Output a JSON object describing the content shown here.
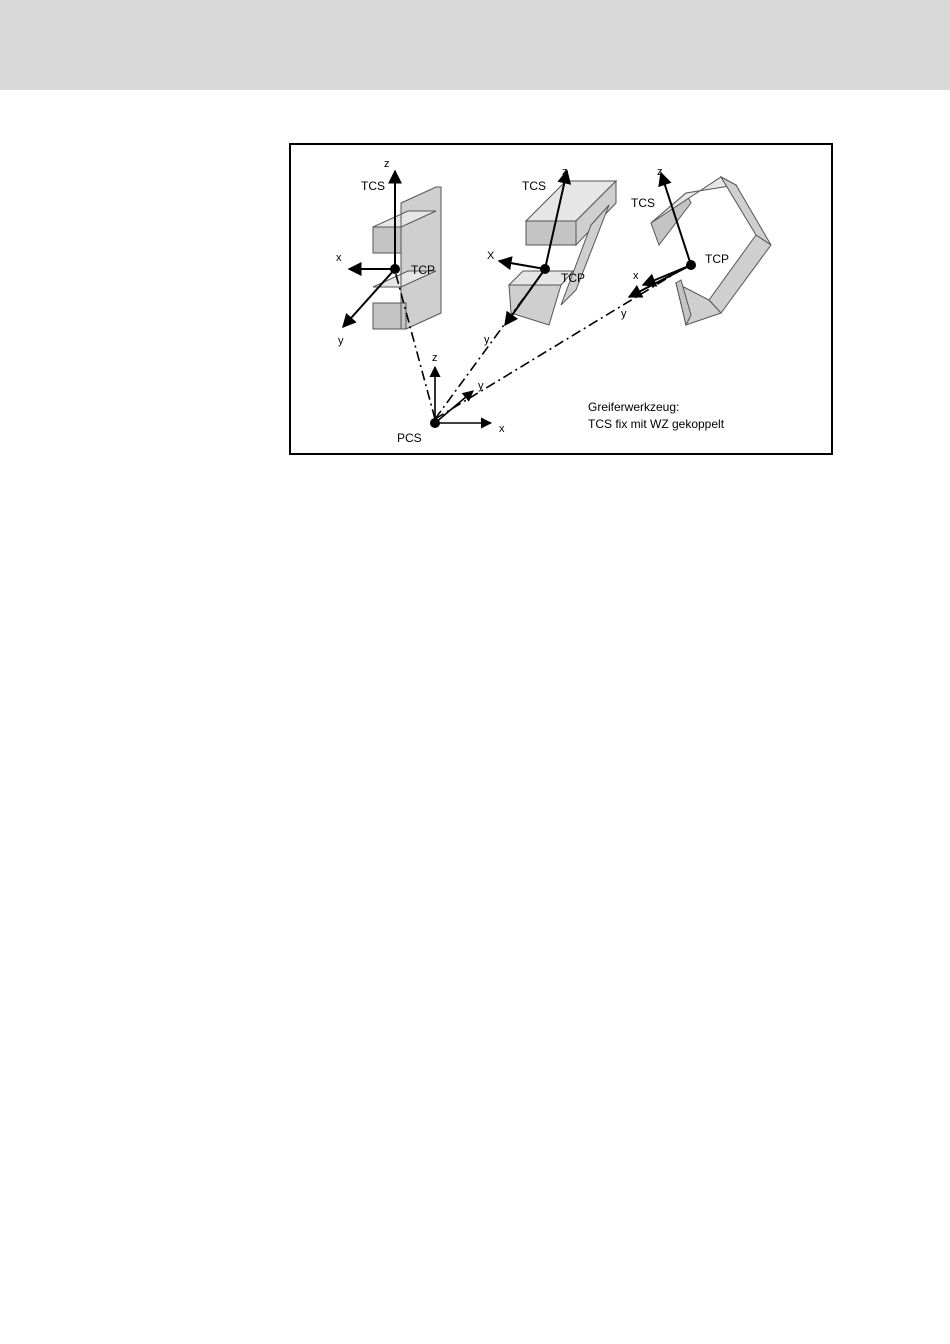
{
  "figure": {
    "pcs_label": "PCS",
    "pcs_axes": {
      "x": "x",
      "y": "y",
      "z": "z"
    },
    "tools": [
      {
        "tcs_label": "TCS",
        "tcp_label": "TCP",
        "x": "x",
        "y": "y",
        "z": "z"
      },
      {
        "tcs_label": "TCS",
        "tcp_label": "TCP",
        "x": "X",
        "y": "y",
        "z": "z"
      },
      {
        "tcs_label": "TCS",
        "tcp_label": "TCP",
        "x": "x",
        "y": "y",
        "z": "z"
      }
    ],
    "caption_line1": "Greiferwerkzeug:",
    "caption_line2": "TCS fix mit WZ gekoppelt"
  },
  "colors": {
    "header_band": "#d9d9d9",
    "tool_face": "#cfcfcf",
    "tool_edge": "#555555"
  }
}
